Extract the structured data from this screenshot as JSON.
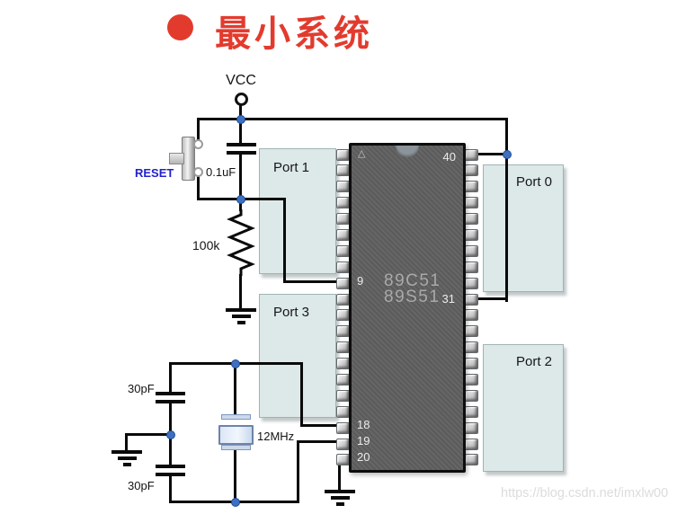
{
  "title": {
    "bullet": "●",
    "text": "最小系统"
  },
  "power": {
    "vcc_label": "VCC"
  },
  "reset_circuit": {
    "button_label": "RESET",
    "capacitor_label": "0.1uF",
    "resistor_label": "100k"
  },
  "oscillator": {
    "cap_top_label": "30pF",
    "cap_bottom_label": "30pF",
    "crystal_label": "12MHz"
  },
  "chip": {
    "name_line1": "89C51",
    "name_line2": "89S51",
    "pin1_marker": "△",
    "pins_per_side": 20,
    "pin_labels": {
      "pin40": "40",
      "pin31": "31",
      "pin9": "9",
      "pin18": "18",
      "pin19": "19",
      "pin20": "20"
    }
  },
  "ports": [
    {
      "label": "Port 1"
    },
    {
      "label": "Port 3"
    },
    {
      "label": "Port 0"
    },
    {
      "label": "Port 2"
    }
  ],
  "watermark": "https://blog.csdn.net/imxlw00",
  "colors": {
    "title_red": "#e23b2e",
    "reset_blue": "#2121cc",
    "junction_blue": "#3f6fc0",
    "port_fill": "#dce9e8",
    "chip_fill": "#606060",
    "wire_black": "#0a0a0a"
  }
}
